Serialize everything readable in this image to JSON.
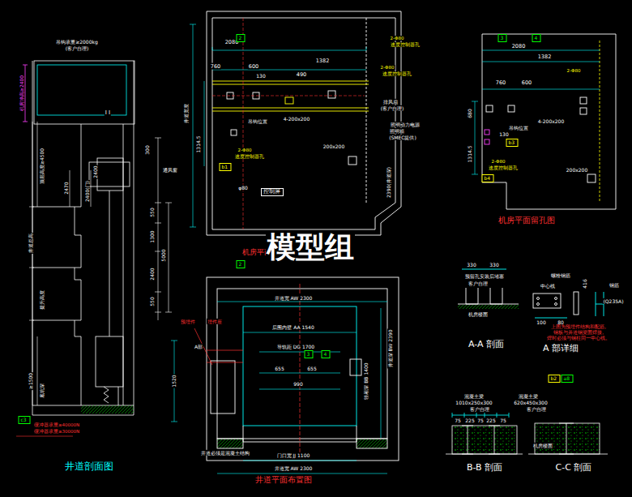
{
  "diagram": {
    "nodes": [
      {
        "text": [
          "控制屏"
        ]
      },
      {
        "text": [
          "2"
        ]
      },
      {
        "text": [
          "b1"
        ]
      },
      {
        "text": [
          "3"
        ]
      },
      {
        "text": [
          "4"
        ]
      },
      {
        "text": [
          "b3"
        ]
      },
      {
        "text": [
          "b4"
        ]
      },
      {
        "text": [
          "2"
        ]
      },
      {
        "text": [
          "3"
        ]
      },
      {
        "text": [
          "4"
        ]
      },
      {
        "text": [
          "b2"
        ]
      },
      {
        "text": [
          "a8"
        ]
      },
      {
        "text": [
          "c3"
        ]
      }
    ],
    "labels": [
      "吊钩承重≥2000kg",
      "(客户自理)",
      "机房净高≥2400",
      "顶层高度≥4500",
      "2470",
      "2400(门)",
      "2400",
      "井道总高",
      "提升高度",
      "≥1500",
      "底坑深",
      "I I",
      "缓冲器承重≥40000N",
      "缓冲器承重≥30000N",
      "井道剖面图",
      "2080",
      "760",
      "600",
      "1382",
      "490",
      "130",
      "2-Φ80",
      "速度控制器孔",
      "2-Φ80",
      "速度控制器孔",
      "排风扇",
      "(客户自理)",
      "照明动力电源",
      "照明箱",
      "(SMEC提供)",
      "吊钩位置",
      "4-200x200",
      "2-Φ80",
      "速度控制器孔",
      "200x200",
      "通风窗",
      "井道宽度",
      "1314.5",
      "2390(井道深)",
      "φ80",
      "机房平面布置图",
      "300",
      "550",
      "1300",
      "2400",
      "550",
      "5000",
      "模型组",
      "预埋件",
      "埋件座",
      "A部",
      "井道宽 AW 2300",
      "后围内壁 AA 1540",
      "导轨距 DG 1700",
      "655",
      "655",
      "990",
      "1520",
      "轿厢深 BB 1400",
      "井道深 BW 2390",
      "门口宽 JJ 1100",
      "井道宽 AW 2300",
      "井道必须是混凝土结构",
      "井道平面布置图",
      "2080",
      "1382",
      "760",
      "600",
      "2-Φ80",
      "4-200x200",
      "吊钩位置",
      "130",
      "680",
      "1314.5",
      "2-Φ80",
      "速度控制器孔",
      "200x200",
      "机房平面留孔图",
      "预留孔安装后堵塞",
      "客户自理",
      "机房楼面",
      "330",
      "330",
      "A-A 剖面",
      "螺栓钢筋",
      "中心线",
      "钢筋",
      "(Q235A)",
      "100",
      "80",
      "416",
      "上图为预埋件结构和配筋,",
      "钢板与并道钢梁面焊接,",
      "焊时必须与钢柱同一中心线。",
      "A 部详细",
      "混凝土梁",
      "1010x250x300",
      "客户自理",
      "75",
      "225",
      "75",
      "225",
      "75",
      "B-B 剖面",
      "混凝土梁",
      "620x450x300",
      "客户自理",
      "机房楼面",
      "C-C 剖面"
    ]
  }
}
